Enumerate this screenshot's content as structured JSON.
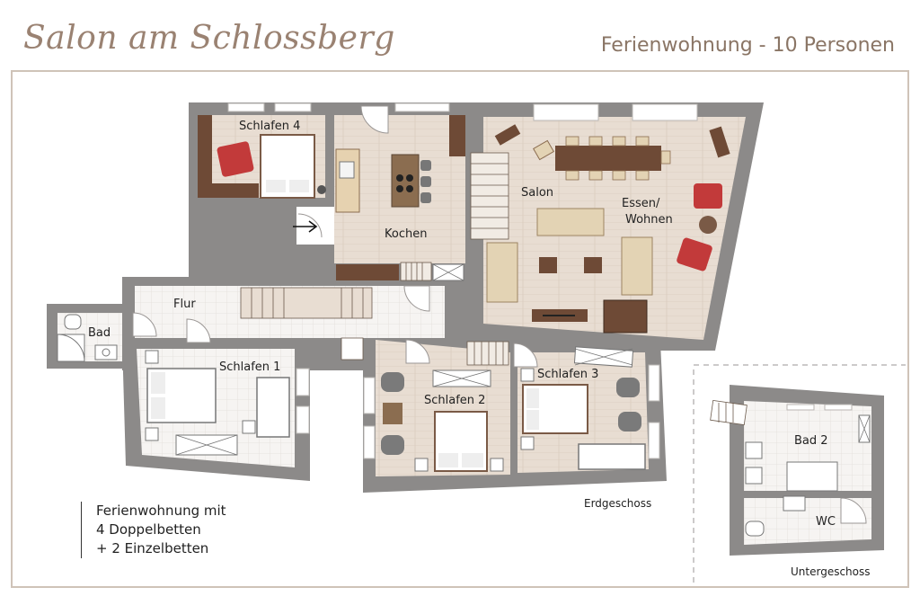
{
  "header": {
    "brand": "Salon am Schlossberg",
    "subtitle": "Ferienwohnung - 10 Personen"
  },
  "rooms": {
    "schlafen4": "Schlafen 4",
    "kochen": "Kochen",
    "salon": "Salon",
    "essen_line1": "Essen/",
    "essen_line2": "Wohnen",
    "flur": "Flur",
    "bad": "Bad",
    "schlafen1": "Schlafen 1",
    "schlafen2": "Schlafen 2",
    "schlafen3": "Schlafen 3",
    "bad2": "Bad 2",
    "wc": "WC"
  },
  "floors": {
    "ground": "Erdgeschoss",
    "basement": "Untergeschoss"
  },
  "legend": {
    "line1": "Ferienwohnung mit",
    "line2": "4 Doppelbetten",
    "line3": "+ 2 Einzelbetten"
  },
  "colors": {
    "wall": "#8c8a89",
    "tile": "#f5f3f1",
    "wood": "#e6dbd0",
    "brown": "#6e4a36",
    "red": "#c23a3a",
    "beige": "#e3d3b4",
    "accent_text": "#8a7565"
  }
}
